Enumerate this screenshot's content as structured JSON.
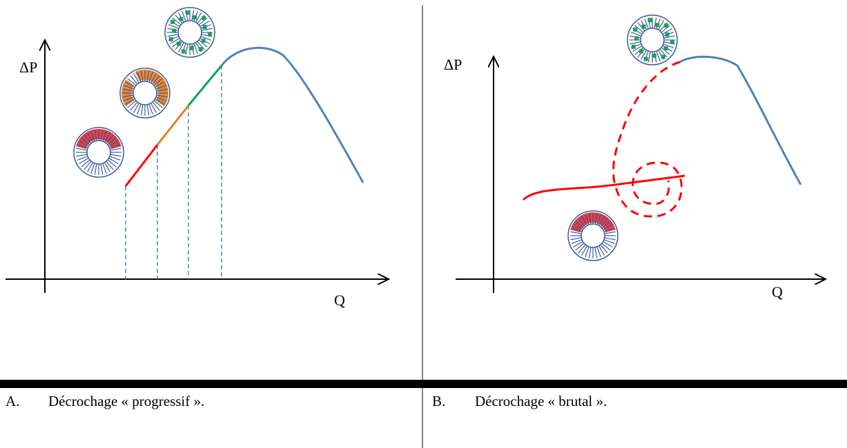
{
  "panels": [
    {
      "id": "A",
      "ylabel": "ΔP",
      "xlabel": "Q",
      "caption_letter": "A.",
      "caption_text": "Décrochage « progressif »."
    },
    {
      "id": "B",
      "ylabel": "ΔP",
      "xlabel": "Q",
      "caption_letter": "B.",
      "caption_text": "Décrochage « brutal »."
    }
  ],
  "colors": {
    "axis": "#000000",
    "stable_curve": "#4f81bd",
    "stall_red": "#ff0000",
    "stall_orange": "#e67e22",
    "stall_green": "#00a651",
    "dashed_guide": "#4f81bd",
    "rotor_outline": "#3c5a99",
    "rotor_red_cells": "#e03c3c",
    "rotor_orange_cells": "#e8842c",
    "rotor_green_cells": "#1aa34a"
  },
  "icons": [
    "rotor-red-stall-icon",
    "rotor-orange-stall-icon",
    "rotor-green-stall-icon"
  ]
}
